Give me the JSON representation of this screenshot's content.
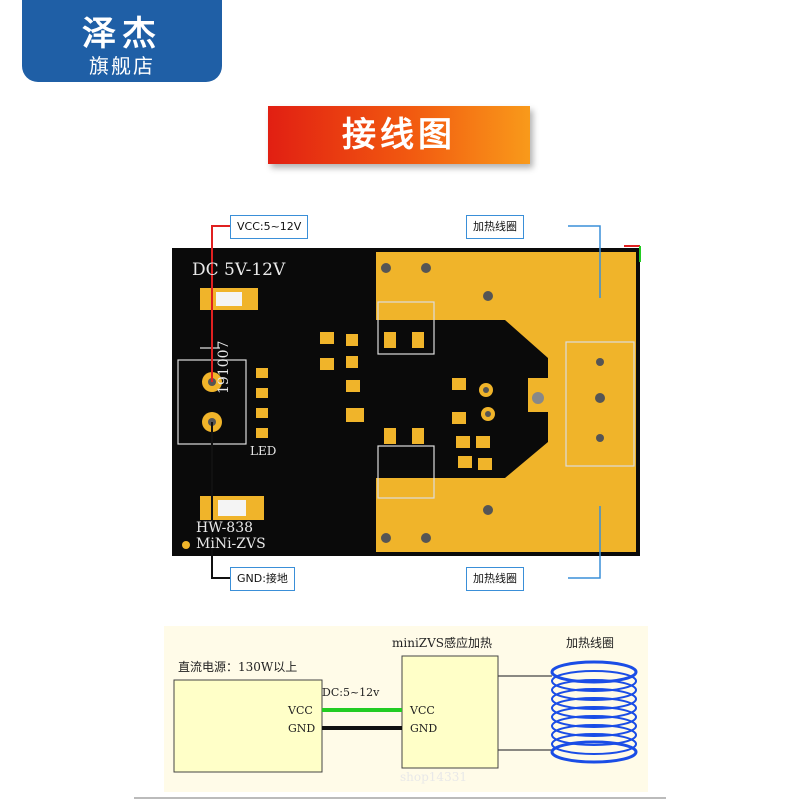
{
  "brand": {
    "name": "泽杰",
    "subtitle": "旗舰店"
  },
  "title_banner": "接线图",
  "pcb": {
    "silkscreen_voltage": "DC  5V-12V",
    "date_code": "191007",
    "led_label": "LED",
    "model_line1": "HW-838",
    "model_line2": "MiNi-ZVS"
  },
  "callouts": {
    "vcc": "VCC:5~12V",
    "heat_top": "加热线圈",
    "gnd": "GND:接地",
    "heat_bottom": "加热线圈"
  },
  "schematic": {
    "power_supply_label": "直流电源：130W以上",
    "dc_label": "DC:5~12v",
    "module_label": "miniZVS感应加热",
    "coil_label": "加热线圈",
    "vcc_left": "VCC",
    "gnd_left": "GND",
    "vcc_right": "VCC",
    "gnd_right": "GND",
    "watermark": "shop14331      "
  },
  "colors": {
    "brand_blue": "#1f5fa6",
    "banner_red": "#e11f12",
    "banner_orange": "#f99a1a",
    "pcb_black": "#0a0a0a",
    "copper_gold": "#f0b42a",
    "wire_red": "#e02020",
    "wire_green": "#22cc22",
    "schematic_yellow": "#ffffc8",
    "coil_blue": "#1a4de6"
  }
}
